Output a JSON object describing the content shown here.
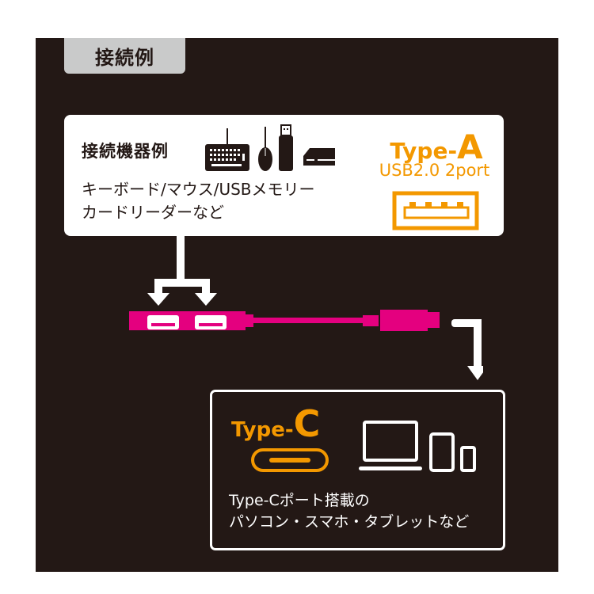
{
  "header": {
    "title": "接続例"
  },
  "devices_panel": {
    "title": "接続機器例",
    "description": "キーボード/マウス/USBメモリー\nカードリーダーなど",
    "icons": [
      "keyboard-icon",
      "mouse-icon",
      "usb-memory-icon",
      "card-reader-icon"
    ],
    "port_type_prefix": "Type-",
    "port_type_letter": "A",
    "port_spec": "USB2.0 2port",
    "port_icon": "usb-type-a-port-icon"
  },
  "hub": {
    "ports": 2,
    "color": "#E4007F",
    "arrow_color": "#FFFFFF"
  },
  "host_panel": {
    "port_type_prefix": "Type-",
    "port_type_letter": "C",
    "port_icon": "usb-type-c-port-icon",
    "icons": [
      "laptop-icon",
      "tablet-icon",
      "smartphone-icon"
    ],
    "description": "Type-Cポート搭載の\nパソコン・スマホ・タブレットなど"
  },
  "colors": {
    "panel_bg": "#231815",
    "tab_bg": "#C9CACA",
    "accent_orange": "#F39800",
    "accent_pink": "#E4007F",
    "white": "#FFFFFF"
  }
}
